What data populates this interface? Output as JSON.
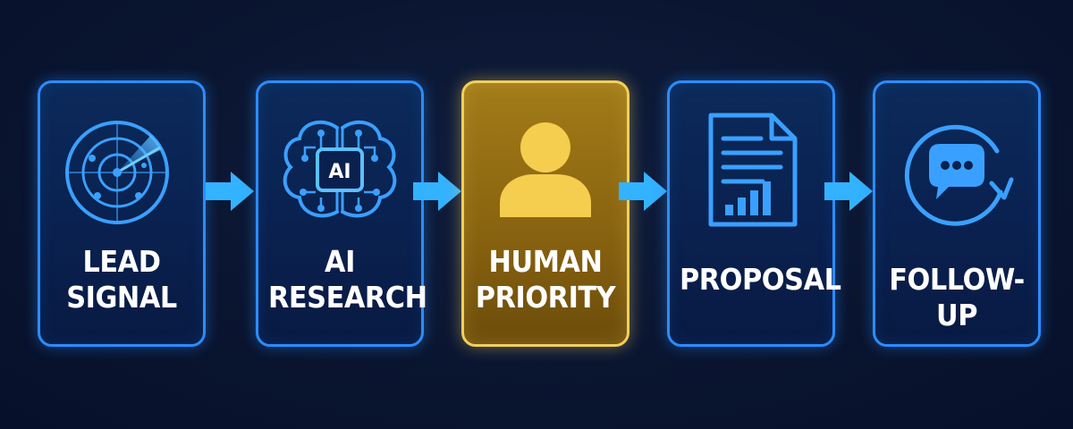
{
  "steps": [
    {
      "label_line1": "LEAD",
      "label_line2": "SIGNAL",
      "icon": "radar-icon"
    },
    {
      "label_line1": "AI",
      "label_line2": "RESEARCH",
      "icon": "ai-brain-icon",
      "icon_text": "AI"
    },
    {
      "label_line1": "HUMAN",
      "label_line2": "PRIORITY",
      "icon": "person-icon",
      "highlighted": true
    },
    {
      "label_line1": "PROPOSAL",
      "icon": "document-chart-icon"
    },
    {
      "label_line1": "FOLLOW-UP",
      "icon": "chat-refresh-icon"
    }
  ],
  "colors": {
    "background": "#0a1530",
    "card_border": "#2b8dff",
    "card_fill": "#0a2150",
    "highlight_border": "#f2cf5a",
    "highlight_fill": "#8a6410",
    "arrow": "#33b2ff",
    "icon_blue": "#3aa0ff",
    "icon_gold": "#f5cd4f",
    "label": "#ffffff"
  }
}
